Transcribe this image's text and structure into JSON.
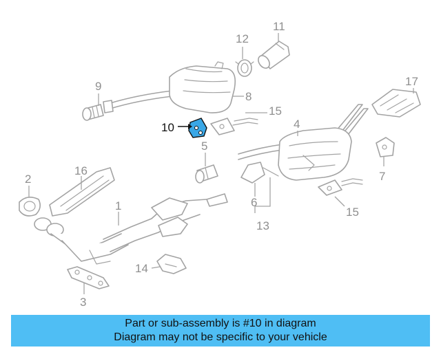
{
  "callouts": {
    "n1": "1",
    "n2": "2",
    "n3": "3",
    "n4": "4",
    "n5": "5",
    "n6": "6",
    "n7": "7",
    "n8": "8",
    "n9": "9",
    "n10": "10",
    "n11": "11",
    "n12": "12",
    "n13": "13",
    "n14": "14",
    "n15a": "15",
    "n15b": "15",
    "n16": "16",
    "n17": "17"
  },
  "highlight_color": "#3aa7e6",
  "banner": {
    "line1": "Part or sub-assembly is #10 in diagram",
    "line2": "Diagram may not be specific to your vehicle",
    "color": "#4fbef4"
  }
}
